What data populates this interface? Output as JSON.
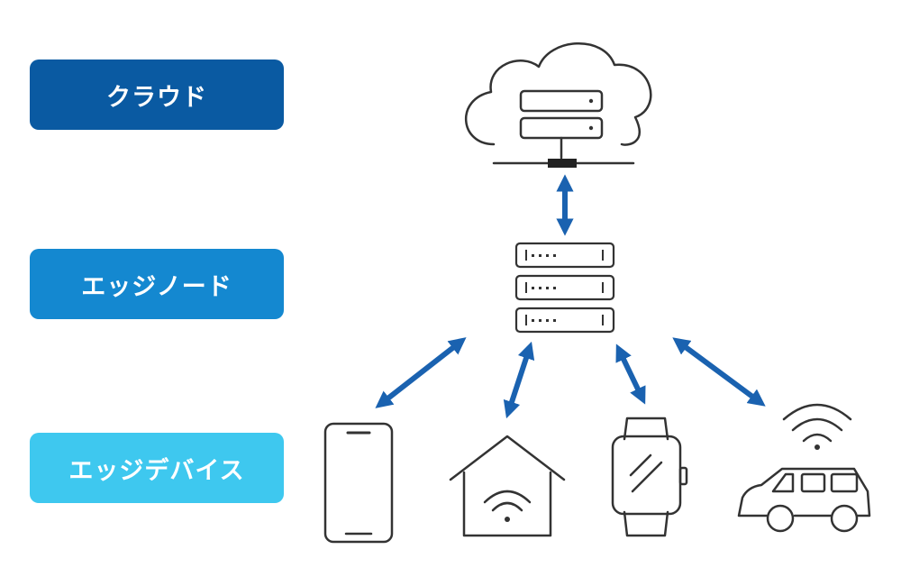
{
  "tiers": {
    "cloud": {
      "label": "クラウド",
      "color": "#0a5aa2"
    },
    "edge_node": {
      "label": "エッジノード",
      "color": "#1488d0"
    },
    "edge_device": {
      "label": "エッジデバイス",
      "color": "#3ec8ef"
    }
  },
  "colors": {
    "arrow": "#1a62b0",
    "icon_stroke": "#333333",
    "server_fill": "#ffffff"
  },
  "icons": [
    "cloud-server-icon",
    "edge-server-rack-icon",
    "smartphone-icon",
    "smart-home-wifi-icon",
    "smartwatch-icon",
    "connected-car-icon"
  ]
}
